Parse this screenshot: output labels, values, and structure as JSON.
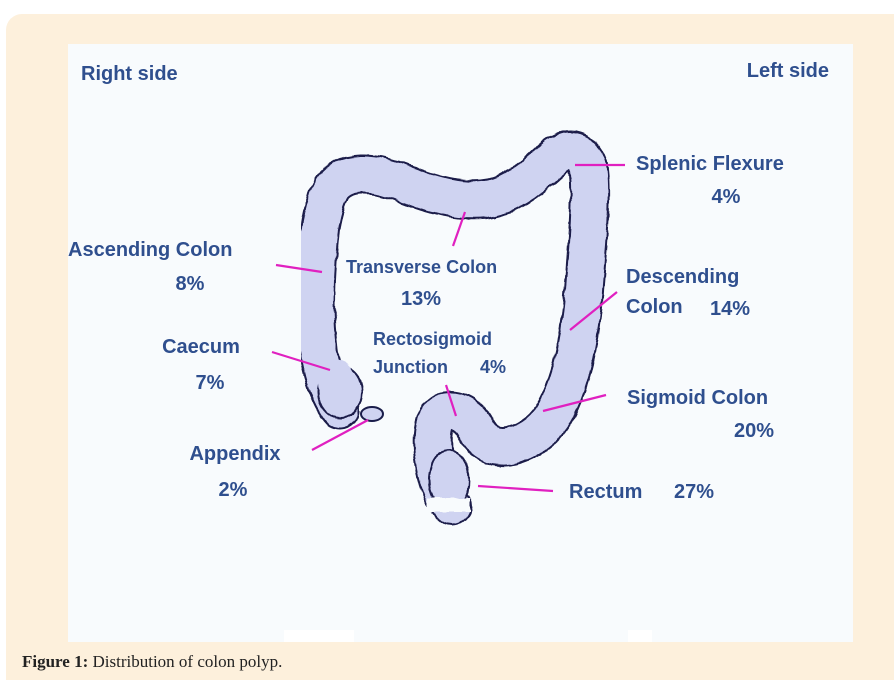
{
  "diagram": {
    "sides": {
      "right": "Right side",
      "left": "Left side"
    },
    "segments": {
      "splenic": {
        "name": "Splenic Flexure",
        "value": "4%"
      },
      "ascending": {
        "name": "Ascending Colon",
        "value": "8%"
      },
      "transverse": {
        "name": "Transverse Colon",
        "value": "13%"
      },
      "descending": {
        "name_line1": "Descending",
        "name_line2": "Colon",
        "value": "14%"
      },
      "caecum": {
        "name": "Caecum",
        "value": "7%"
      },
      "rectosigmoid": {
        "name_line1": "Rectosigmoid",
        "name_line2": "Junction",
        "value": "4%"
      },
      "sigmoid": {
        "name": "Sigmoid Colon",
        "value": "20%"
      },
      "appendix": {
        "name": "Appendix",
        "value": "2%"
      },
      "rectum": {
        "name": "Rectum",
        "value": "27%"
      }
    },
    "colors": {
      "label": "#2f4f8e",
      "pointer": "#e020c0",
      "colon_fill": "#cfd3f1",
      "colon_outline": "#1a1d4a"
    }
  },
  "caption": {
    "label": "Figure 1:",
    "text": " Distribution of colon polyp."
  }
}
